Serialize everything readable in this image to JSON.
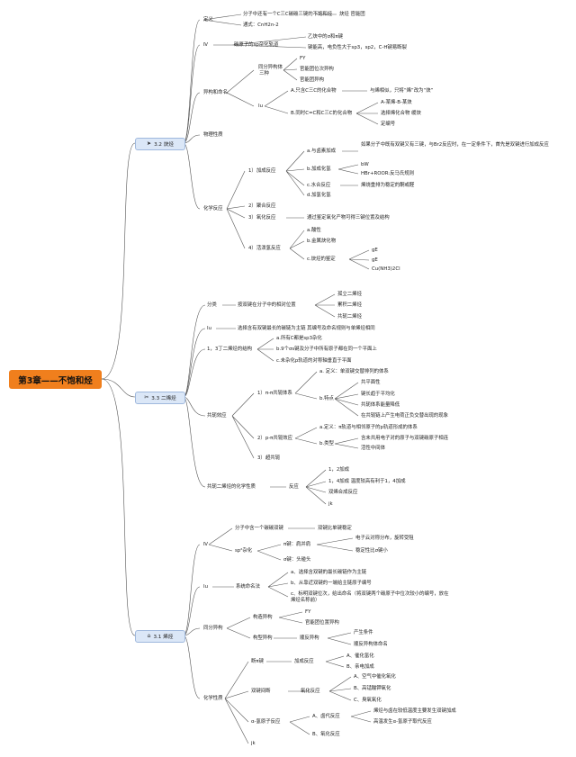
{
  "root": {
    "title": "第3章——不饱和烃"
  },
  "sections": [
    {
      "title": "3.2 炔烃",
      "icon": "send-icon"
    },
    {
      "title": "3.3 二烯烃",
      "icon": "scissors-icon"
    },
    {
      "title": "3.1 烯烃",
      "icon": "home-icon"
    }
  ],
  "alkyne": {
    "def": "定义",
    "def_a": "分子中还有一个C三C碳碳三键的不饱和烃",
    "def_b": "炔烃 官能团",
    "def_c": "通式：CnH2n-2",
    "iv": "Ⅳ",
    "iv_a": "碳原子的sp杂化轨道",
    "iv_a1": "乙炔中的σ和π键",
    "iv_a2": "键能高，电负性大于sp3，sp2，C-H键易断裂",
    "iso": "异构和命名",
    "iso_a": "同分异构体",
    "iso_a_s": "三种",
    "iso_a1": "FY",
    "iso_a2": "官能团位次异构",
    "iso_a3": "官能团异构",
    "iso_b": "Ⅰu",
    "iso_b1": "A.只含C三C的化合物",
    "iso_b1a": "与烯相似，只将“烯”改为“炔”",
    "iso_b2": "B.同时C=C和C三C的化合物",
    "iso_b2a": "A-某烯-B-某炔",
    "iso_b2b": "选择烯化合物 缓炔",
    "iso_b2c": "定编号",
    "phys": "物理性质",
    "chem": "化学反应",
    "c1": "1）加成反应",
    "c1a": "a.与卤素加成",
    "c1a_d": "如果分子中既有双键又有三键，与Br2反应时，在一定条件下，首先是双键进行加成反应",
    "c1b": "b.加成化氢",
    "c1b1": "bW",
    "c1b2": "HBr+ROOR:反马氏规则",
    "c1c": "c.水合反应",
    "c1c_d": "烯烧重排为稳定的酮或醛",
    "c1d": "d.加氢化氢",
    "c2": "2）聚合反应",
    "c3": "3）氧化反应",
    "c3_d": "通过鉴定氧化产物可得三键位置及结构",
    "c4": "4）活泼氢反应",
    "c4a": "a.酸性",
    "c4b": "b.金属炔化物",
    "c4c": "c.炔烃的鉴定",
    "c4c1": "gE",
    "c4c2": "gE",
    "c4c3": "Cu(NH3)2Cl"
  },
  "diene": {
    "cls": "分类",
    "cls_a": "按双键在分子中的相对位置",
    "cls_a1": "孤立二烯烃",
    "cls_a2": "累积二烯烃",
    "cls_a3": "共轭二烯烃",
    "iu": "Ⅰu",
    "iu_d": "选择含有双键最长的碳链为主链 其编号及命名规则与单烯烃相同",
    "st": "1，3丁二烯烃的结构",
    "st1": "a.所有C都是sp3杂化",
    "st2": "b.9个σs键及分子中所有原子都在同一个平面上",
    "st3": "c.未杂化p轨道的对称轴垂直于平面",
    "conj": "共轭效应",
    "cj1": "1）π-π共轭体系",
    "cj1a": "a. 定义：单双键交替排列的体系",
    "cj1b": "b.特点",
    "cj1b1": "共平面性",
    "cj1b2": "键长趋于平均化",
    "cj1b3": "共轭体系能量降低",
    "cj1b4": "在共轭链上产生电荷正负交替出现的现象",
    "cj2": "2）p-π共轭效应",
    "cj2a": "a.定义：π轨道与相邻原子的p轨道形成的体系",
    "cj2b": "b.类型",
    "cj2b1": "含未共用电子对的原子与双键碳原子相连",
    "cj2b2": "活性中间体",
    "cj3": "3）超共轭",
    "chem": "共轭二烯烃的化学性质",
    "chem_a": "反应",
    "chem_a1": "1，2加成",
    "chem_a2": "1，4加成 温度较高有利于1，4加成",
    "chem_a3": "双烯合成反应",
    "chem_a4": "jk"
  },
  "alkene": {
    "iv": "Ⅳ",
    "iv_a": "分子中含一个碳碳双键",
    "iv_a1": "双键比单键稳定",
    "iv_b": "sp²杂化",
    "iv_b1": "π键：肩并肩",
    "iv_b1a": "电子云对称分布，旋转受阻",
    "iv_b1b": "稳定性比σ键小",
    "iv_b2": "σ键：头碰头",
    "iu": "Ⅰu",
    "iu_a": "系统命名法",
    "iu_a1": "a、选择含双键的最长碳链作为主链",
    "iu_a2": "b、从靠近双键的一端给主链原子编号",
    "iu_a3": "c、标明双键位次，给出命名（将双键两个碳原子中位次较小的编号，放在烯烃名称前）",
    "iso": "同分异构",
    "iso_a": "构造异构",
    "iso_a1": "FY",
    "iso_a2": "官能团位置异构",
    "iso_b": "构型异构",
    "iso_b1": "顺反异构",
    "iso_b1a": "产生条件",
    "iso_b1b": "顺反异构体命名",
    "chem": "化学性质",
    "c1": "断π键",
    "c1a": "加成反应",
    "c1a1": "A、催化氢化",
    "c1a2": "B、亲电加成",
    "c2": "双键间断",
    "c2a": "氧化反应",
    "c2a1": "A、空气中催化氧化",
    "c2a2": "B、高锰酸钾氧化",
    "c2a3": "C、臭氧氧化",
    "c3": "α-氢原子反应",
    "c3a": "A、卤代反应",
    "c3a1": "烯烃与卤在较低温度主要发生双键加成",
    "c3a2": "高温发生α-氢原子取代反应",
    "c3b": "B、氧化反应",
    "c4": "jk"
  }
}
